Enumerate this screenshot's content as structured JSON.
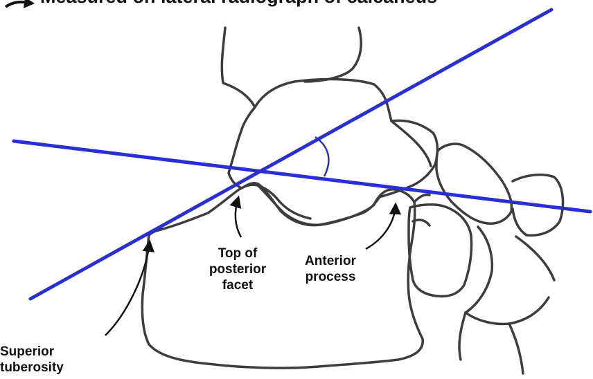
{
  "title": "Measured on lateral radiograph of calcaneus",
  "labels": {
    "top_posterior_facet": [
      "Top of",
      "posterior",
      "facet"
    ],
    "anterior_process": [
      "Anterior",
      "process"
    ],
    "superior_tuberosity": [
      "Superior",
      "tuberosity"
    ]
  },
  "colors": {
    "measurement_line": "#2a2ed6",
    "bone_outline": "#3d3d3d",
    "text": "#111111"
  },
  "icons": {
    "title_marker": "arrow-right-icon"
  }
}
